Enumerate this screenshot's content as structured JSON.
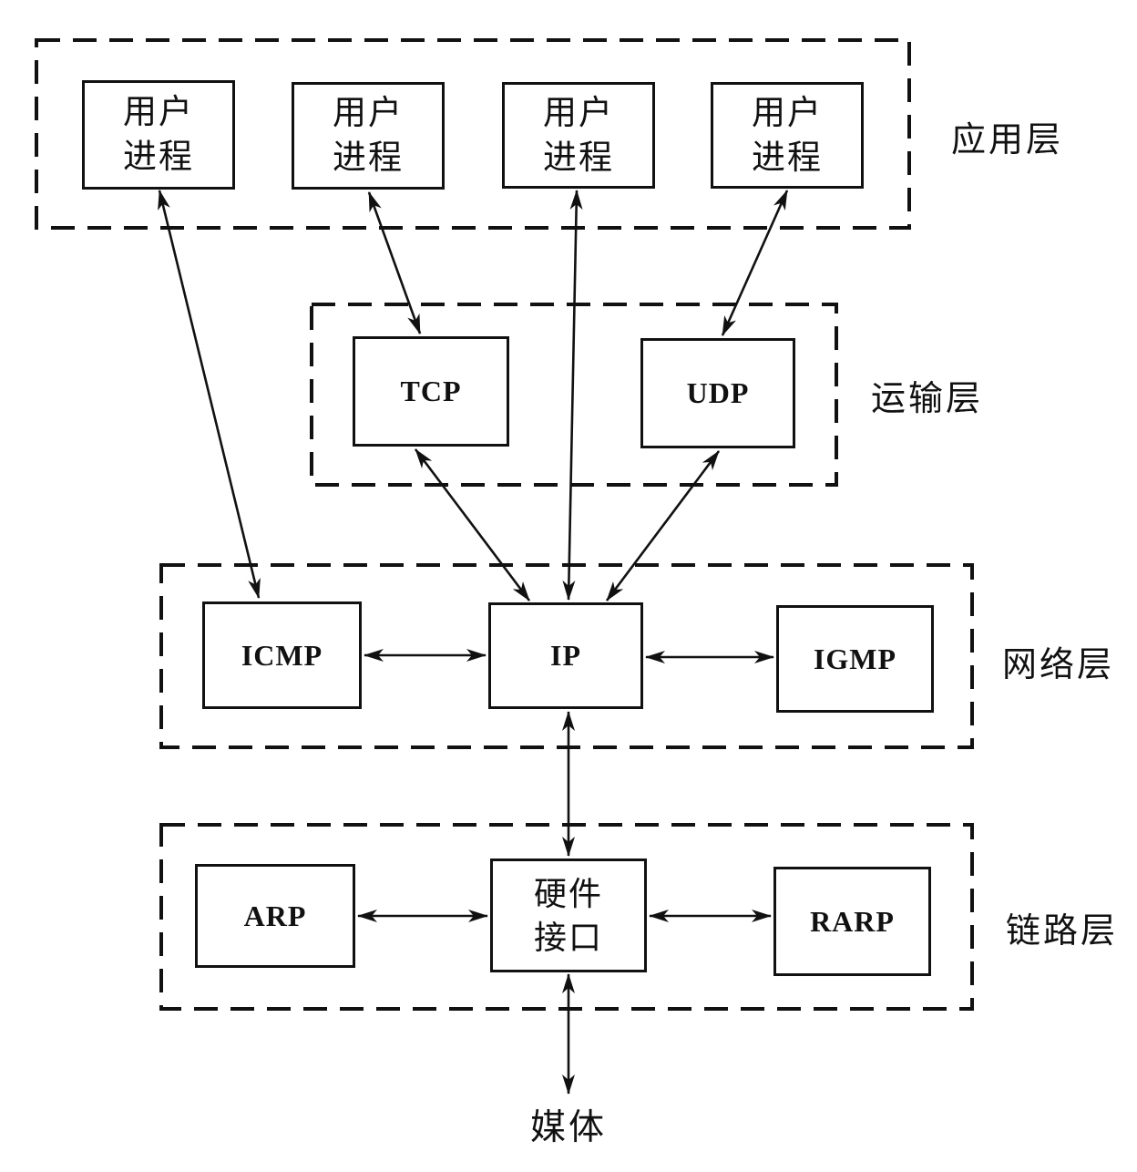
{
  "diagram": {
    "layers": [
      {
        "name": "应用层",
        "boxes": [
          "用户\n进程",
          "用户\n进程",
          "用户\n进程",
          "用户\n进程"
        ]
      },
      {
        "name": "运输层",
        "boxes": [
          "TCP",
          "UDP"
        ]
      },
      {
        "name": "网络层",
        "boxes": [
          "ICMP",
          "IP",
          "IGMP"
        ]
      },
      {
        "name": "链路层",
        "boxes": [
          "ARP",
          "硬件\n接口",
          "RARP"
        ]
      }
    ],
    "media_label": "媒体",
    "colors": {
      "ink": "#111111",
      "background": "#ffffff"
    }
  }
}
